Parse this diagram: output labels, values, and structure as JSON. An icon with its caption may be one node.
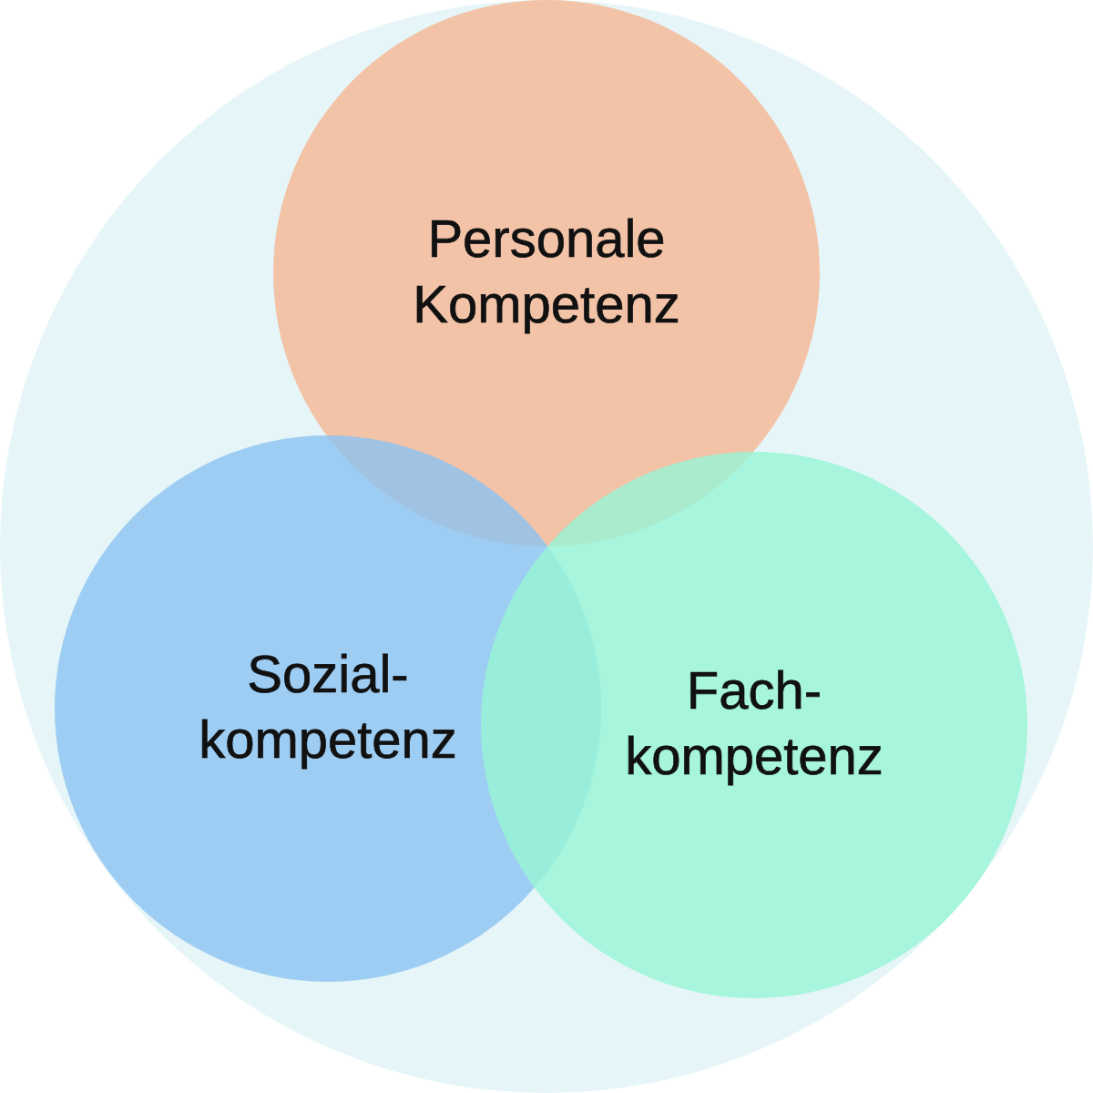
{
  "diagram": {
    "nodes": [
      {
        "text": [],
        "shape": "circle"
      },
      {
        "text": [
          "Personale Kompetenz"
        ],
        "in": 0
      },
      {
        "text": [
          "Sozial- kompetenz"
        ],
        "in": 0
      },
      {
        "text": [
          "Fach- kompetenz"
        ],
        "in": 0
      }
    ]
  }
}
